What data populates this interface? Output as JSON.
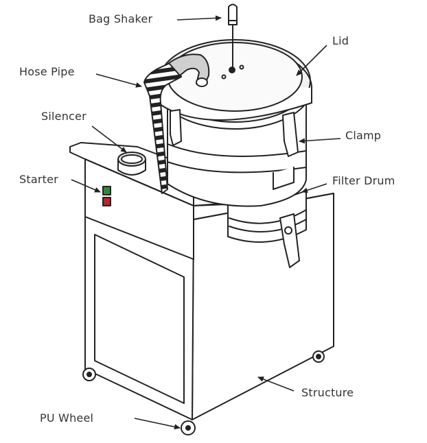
{
  "diagram": {
    "labels": {
      "bag_shaker": "Bag Shaker",
      "lid": "Lid",
      "hose_pipe": "Hose Pipe",
      "silencer": "Silencer",
      "clamp": "Clamp",
      "starter": "Starter",
      "filter_drum": "Filter Drum",
      "structure": "Structure",
      "pu_wheel": "PU Wheel"
    },
    "colors": {
      "line": "#222222",
      "label_text": "#333333",
      "starter_green": "#2e8b3a",
      "starter_red": "#b3262c",
      "lid_fill": "#f2f2f2",
      "hose_grey": "#cfcfcf"
    }
  }
}
